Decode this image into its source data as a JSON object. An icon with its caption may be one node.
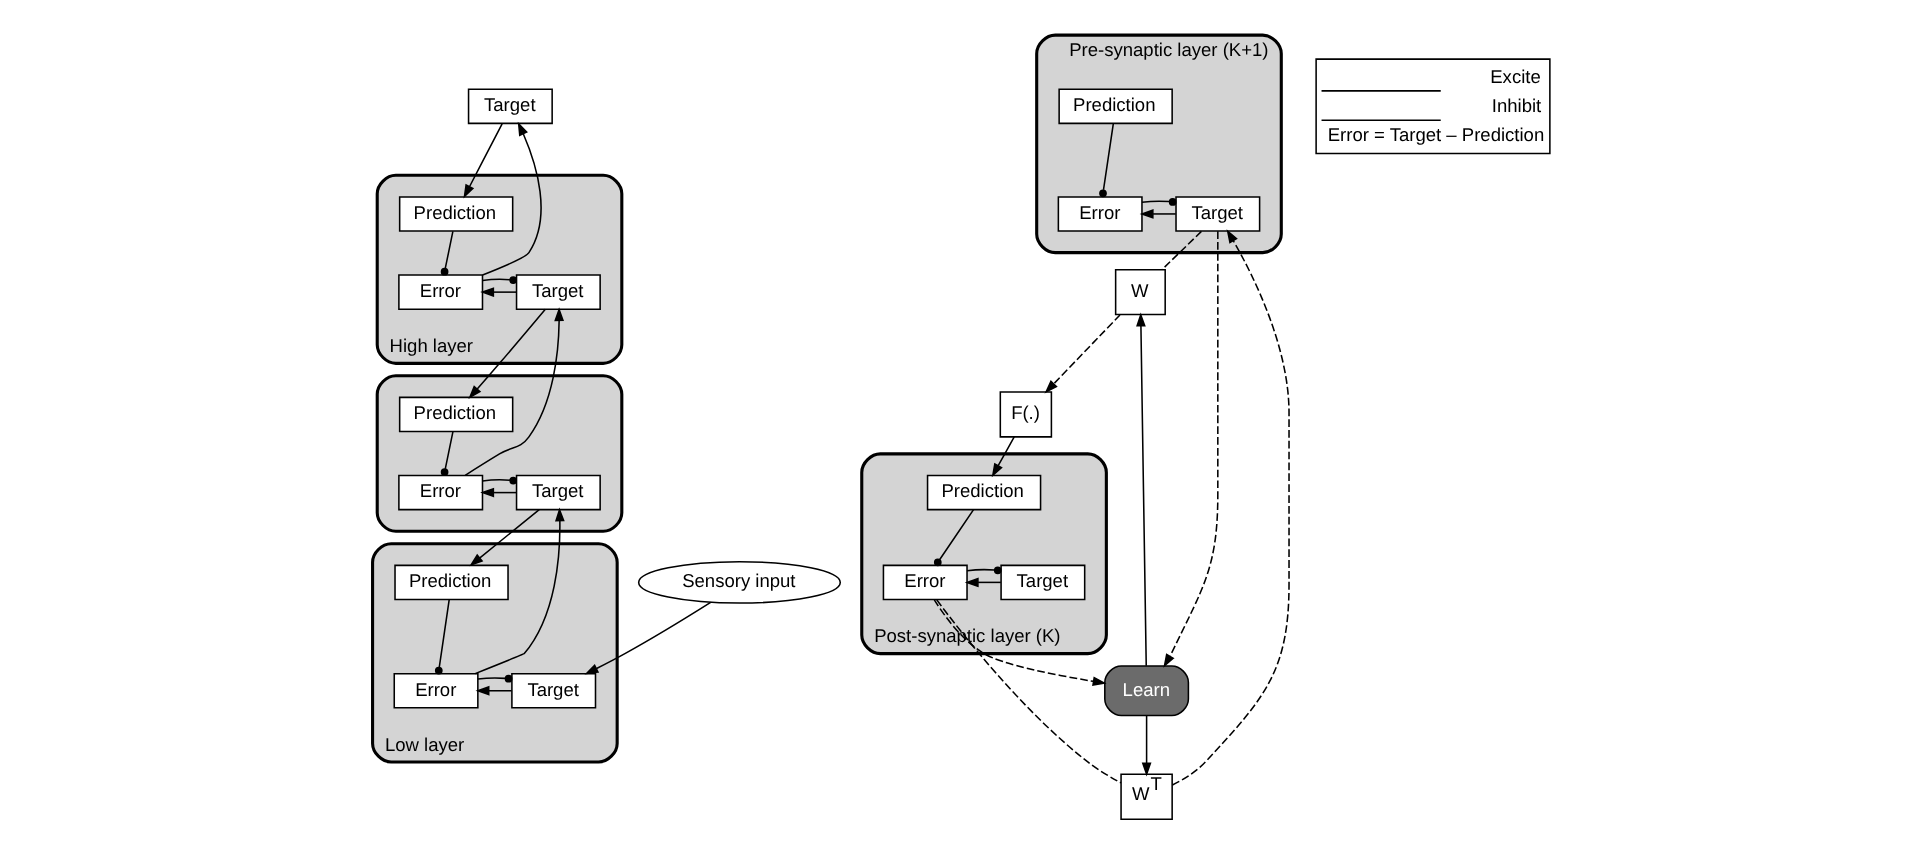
{
  "diagram": {
    "nodes": [
      {
        "text": [
          "Target"
        ]
      },
      {
        "text": [
          "High layer"
        ]
      },
      {
        "text": [
          "Prediction"
        ],
        "in": 1
      },
      {
        "text": [
          "Error"
        ],
        "in": 1
      },
      {
        "text": [
          "Target"
        ],
        "in": 1
      },
      {
        "text": [],
        "shape": "box"
      },
      {
        "text": [
          "Prediction"
        ],
        "in": 5
      },
      {
        "text": [
          "Error"
        ],
        "in": 5
      },
      {
        "text": [
          "Target"
        ],
        "in": 5
      },
      {
        "text": [
          "Low layer"
        ]
      },
      {
        "text": [
          "Prediction"
        ],
        "in": 9
      },
      {
        "text": [
          "Error"
        ],
        "in": 9
      },
      {
        "text": [
          "Target"
        ],
        "in": 9
      },
      {
        "text": [
          "Sensory input"
        ]
      },
      {
        "text": [
          "Pre-synaptic layer (K+1)"
        ]
      },
      {
        "text": [
          "Prediction"
        ],
        "in": 14
      },
      {
        "text": [
          "Error"
        ],
        "in": 14
      },
      {
        "text": [
          "Target"
        ],
        "in": 14
      },
      {
        "text": [
          "W"
        ]
      },
      {
        "text": [
          "Learn"
        ]
      },
      {
        "text": [
          "W$^{T}$"
        ]
      },
      {
        "text": [
          "F(.)"
        ]
      },
      {
        "text": [
          "Post-synaptic layer (K)"
        ]
      },
      {
        "text": [
          "Prediction"
        ],
        "in": 22
      },
      {
        "text": [
          "Error"
        ],
        "in": 22
      },
      {
        "text": [
          "Target"
        ],
        "in": 22
      }
    ],
    "edges": [
      {
        "from": 3,
        "to": 0,
        "arrow": "to"
      },
      {
        "from": 0,
        "to": 2,
        "arrow": "to"
      },
      {
        "from": 2,
        "to": 3,
        "arrow": "other"
      },
      {
        "from": 4,
        "to": 3,
        "arrow": "to"
      },
      {
        "from": 3,
        "to": 4,
        "arrow": "other"
      },
      {
        "from": 7,
        "to": 4,
        "arrow": "to"
      },
      {
        "from": 4,
        "to": 6,
        "arrow": "to"
      },
      {
        "from": 6,
        "to": 7,
        "arrow": "other"
      },
      {
        "from": 8,
        "to": 7,
        "arrow": "to"
      },
      {
        "from": 7,
        "to": 8,
        "arrow": "other"
      },
      {
        "from": 11,
        "to": 8,
        "arrow": "to"
      },
      {
        "from": 8,
        "to": 10,
        "arrow": "to"
      },
      {
        "from": 10,
        "to": 11,
        "arrow": "other"
      },
      {
        "from": 12,
        "to": 11,
        "arrow": "to"
      },
      {
        "from": 11,
        "to": 12,
        "arrow": "other"
      },
      {
        "from": 13,
        "to": 12,
        "arrow": "to"
      },
      {
        "from": 15,
        "to": 16,
        "arrow": "other"
      },
      {
        "from": 17,
        "to": 16,
        "arrow": "to"
      },
      {
        "from": 16,
        "to": 17,
        "arrow": "other"
      },
      {
        "from": 17,
        "to": 19,
        "arrow": "to",
        "style": "dashed"
      },
      {
        "from": 17,
        "to": 18,
        "arrow": "none",
        "style": "dashed"
      },
      {
        "from": 19,
        "to": 18,
        "arrow": "to"
      },
      {
        "from": 19,
        "to": 20,
        "arrow": "to"
      },
      {
        "from": 18,
        "to": 21,
        "arrow": "to",
        "style": "dashed"
      },
      {
        "from": 21,
        "to": 23,
        "arrow": "to"
      },
      {
        "from": 24,
        "to": 20,
        "arrow": "none",
        "style": "dashed"
      },
      {
        "from": 20,
        "to": 17,
        "arrow": "to",
        "style": "dashed"
      },
      {
        "from": 24,
        "to": 19,
        "arrow": "to",
        "style": "dashed"
      },
      {
        "from": 23,
        "to": 24,
        "arrow": "other"
      },
      {
        "from": 25,
        "to": 24,
        "arrow": "to"
      },
      {
        "from": 24,
        "to": 25,
        "arrow": "other"
      }
    ],
    "labels": [
      "Error = Target – Prediction"
    ],
    "legend": [
      {
        "text": "Excite"
      },
      {
        "text": "Inhibit"
      }
    ]
  }
}
